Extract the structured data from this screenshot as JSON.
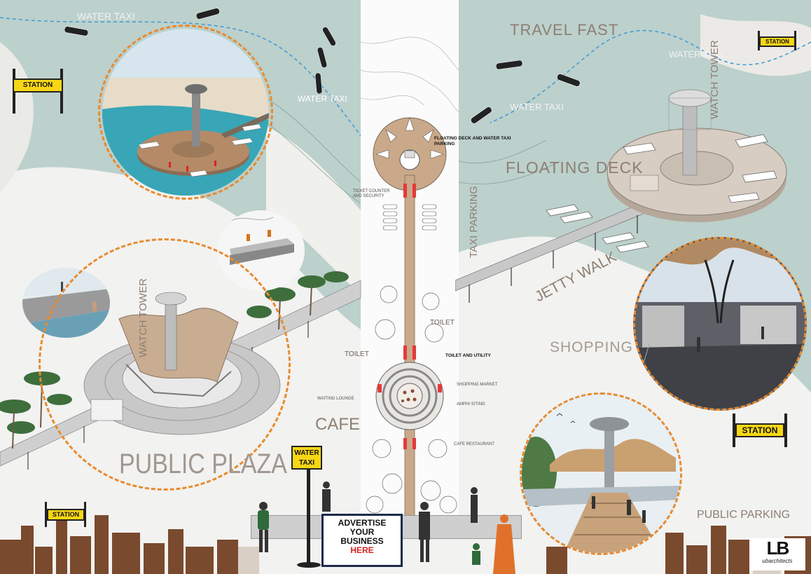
{
  "labels": {
    "water_taxi_1": "WATER TAXI",
    "water_taxi_2": "WATER TAXI",
    "water_taxi_3": "WATER TAXI",
    "water_taxi_4": "WATER TAXI",
    "travel_fast": "TRAVEL FAST",
    "floating_deck": "FLOATING DECK",
    "watch_tower_right": "WATCH TOWER",
    "watch_tower_left": "WATCH TOWER",
    "taxi_parking": "TAXI PARKING",
    "jetty_walk": "JETTY WALK",
    "shopping": "SHOPPING",
    "cafe": "CAFE",
    "public_plaza": "PUBLIC PLAZA",
    "public_parking": "PUBLIC PARKING",
    "toilet_1": "TOILET",
    "toilet_2": "TOILET"
  },
  "plan_labels": {
    "floating_deck_parking": "FLOATING DECK AND WATER TAXI PARKING",
    "ticket_counter": "TICKET COUNTER AND SECURITY",
    "toilet_utility": "TOILET AND UTILITY",
    "shopping_market": "SHOPPING MARKET",
    "amphi_siting": "AMPHI SITING",
    "waiting_lounge": "WAITING LOUNGE",
    "cafe_restaurant": "CAFE RESTAURANT"
  },
  "signs": {
    "station_1": "STATION",
    "station_2": "STATION",
    "station_3": "STATION",
    "station_4": "STATION",
    "water_taxi_sign_line1": "WATER",
    "water_taxi_sign_line2": "TAXI"
  },
  "billboard": {
    "line1": "ADVERTISE",
    "line2": "YOUR",
    "line3": "BUSINESS",
    "line4": "HERE"
  },
  "logo": {
    "mark": "LB",
    "text": "ubarchitects"
  },
  "colors": {
    "water": "#b9cfcb",
    "accent_orange": "#e98a2e",
    "sign_yellow": "#f7d615",
    "deck_wood": "#c9a98a",
    "skyline": "#7a4a2e"
  }
}
